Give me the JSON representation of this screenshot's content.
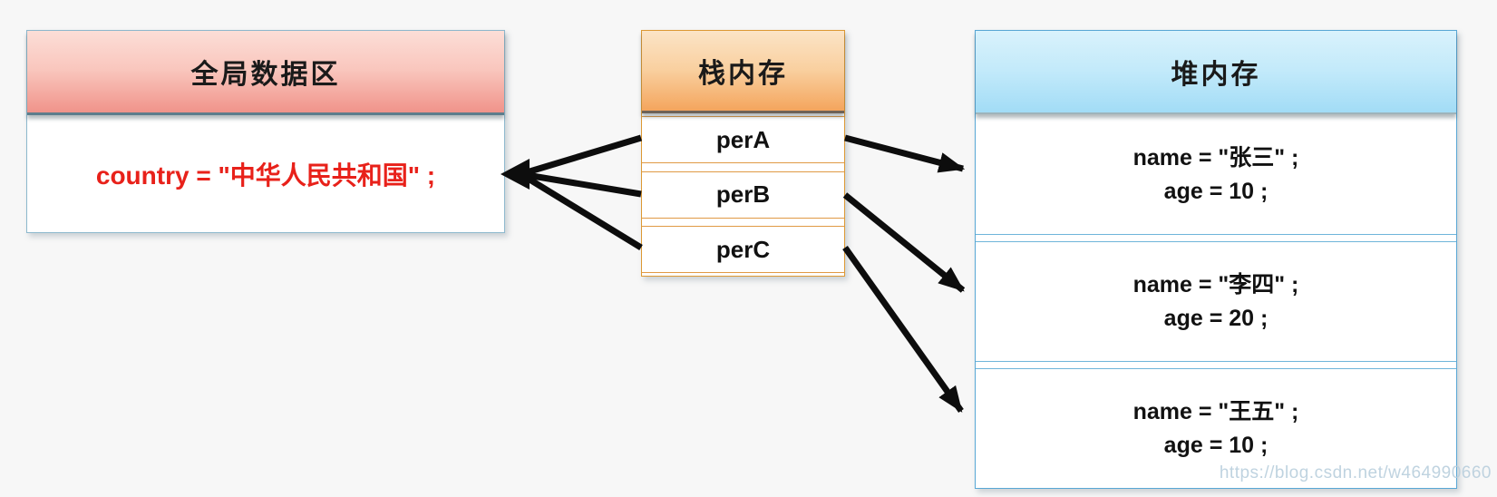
{
  "page": {
    "watermark": "https://blog.csdn.net/w464990660",
    "background_color": "#f7f7f7"
  },
  "global_box": {
    "title": "全局数据区",
    "content": "country = \"中华人民共和国\" ;",
    "content_color": "#e8211a",
    "header_gradient": [
      "#fcded7",
      "#f0938a"
    ],
    "border_color": "#8db8cd"
  },
  "stack_box": {
    "title": "栈内存",
    "items": [
      "perA",
      "perB",
      "perC"
    ],
    "header_gradient": [
      "#fbe4c6",
      "#f4a55d"
    ],
    "border_color": "#dd9934"
  },
  "heap_box": {
    "title": "堆内存",
    "objects": [
      {
        "name_line": "name = \"张三\" ;",
        "age_line": "age = 10 ;"
      },
      {
        "name_line": "name = \"李四\" ;",
        "age_line": "age = 20 ;"
      },
      {
        "name_line": "name = \"王五\" ;",
        "age_line": "age = 10 ;"
      }
    ],
    "header_gradient": [
      "#d9f2fc",
      "#a2dcf6"
    ],
    "border_color": "#58a7d5"
  },
  "arrows": {
    "color": "#0d0d0d",
    "links": [
      {
        "from": "perA",
        "to": "global-data"
      },
      {
        "from": "perB",
        "to": "global-data"
      },
      {
        "from": "perC",
        "to": "global-data"
      },
      {
        "from": "perA",
        "to": "heap-object-1"
      },
      {
        "from": "perB",
        "to": "heap-object-2"
      },
      {
        "from": "perC",
        "to": "heap-object-3"
      }
    ]
  }
}
